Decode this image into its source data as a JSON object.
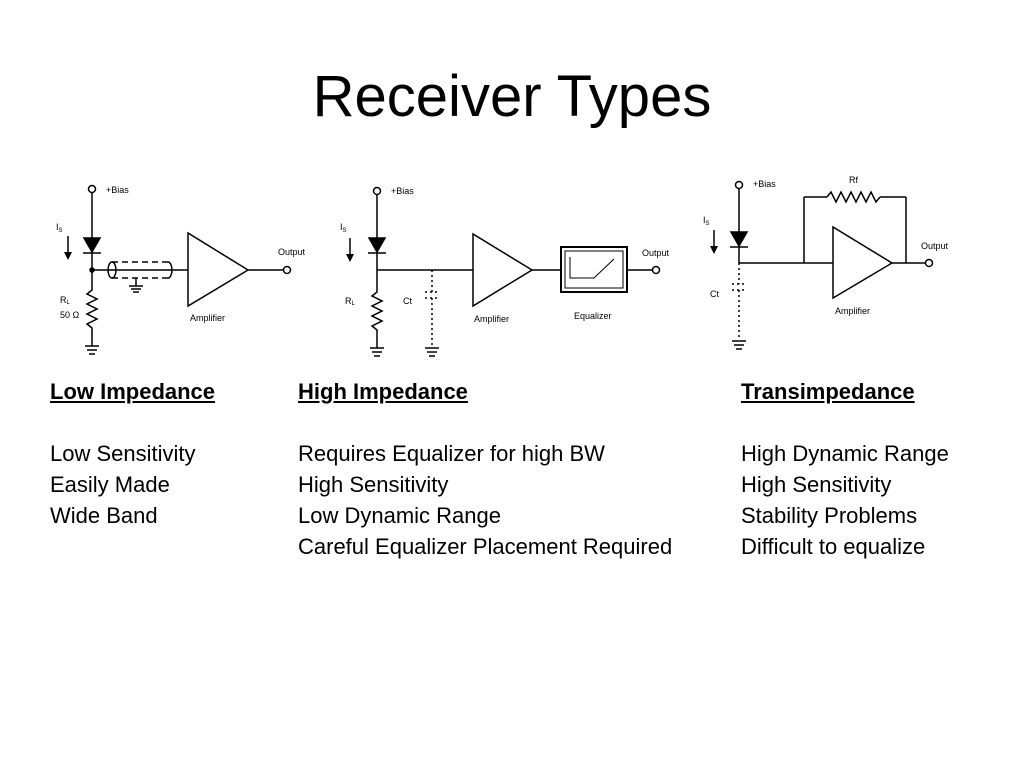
{
  "title": "Receiver Types",
  "circuits": {
    "low": {
      "bias": "+Bias",
      "current": "I",
      "current_sub": "S",
      "resistor": "R",
      "resistor_sub": "L",
      "resistor_value": "50 Ω",
      "output": "Output",
      "amplifier": "Amplifier"
    },
    "high": {
      "bias": "+Bias",
      "current": "I",
      "current_sub": "S",
      "resistor": "R",
      "resistor_sub": "L",
      "capacitor": "Ct",
      "output": "Output",
      "amplifier": "Amplifier",
      "equalizer": "Equalizer"
    },
    "trans": {
      "bias": "+Bias",
      "current": "I",
      "current_sub": "S",
      "feedback": "Rf",
      "capacitor": "Ct",
      "output": "Output",
      "amplifier": "Amplifier"
    }
  },
  "columns": [
    {
      "heading": "Low Impedance",
      "items": [
        "Low Sensitivity",
        "Easily Made",
        "Wide Band"
      ]
    },
    {
      "heading": "High Impedance",
      "items": [
        "Requires Equalizer for high BW",
        "High Sensitivity",
        "Low Dynamic Range",
        "Careful Equalizer Placement Required"
      ]
    },
    {
      "heading": "Transimpedance",
      "items": [
        "High Dynamic Range",
        "High Sensitivity",
        "Stability Problems",
        "Difficult to equalize"
      ]
    }
  ]
}
